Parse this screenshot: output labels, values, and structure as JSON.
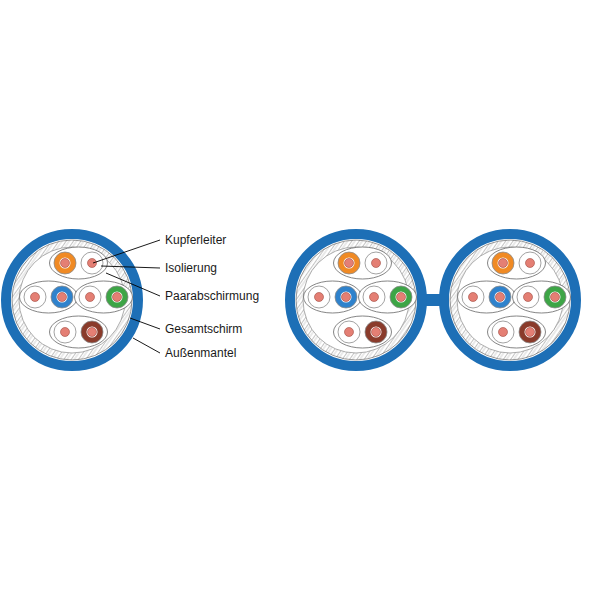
{
  "diagram": {
    "labels": [
      "Kupferleiter",
      "Isolierung",
      "Paarabschirmung",
      "Gesamtschirm",
      "Außenmantel"
    ]
  }
}
